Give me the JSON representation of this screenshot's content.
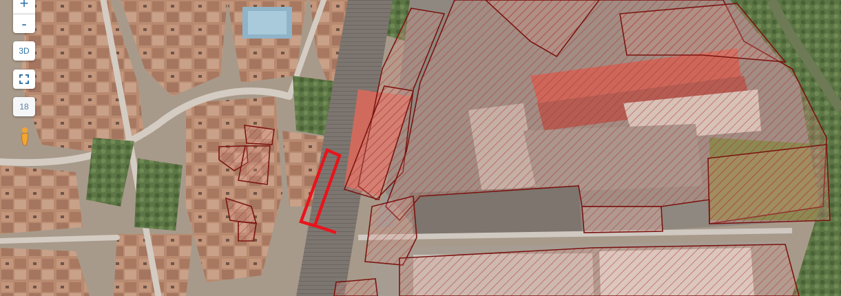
{
  "map_type": "satellite-orthophoto with cadastral parcel overlay",
  "controls": {
    "zoom_in_label": "+",
    "zoom_out_label": "-",
    "view_3d_label": "3D",
    "fullscreen_icon": "fullscreen-icon",
    "zoom_level": "18",
    "street_view_icon": "pegman-icon"
  },
  "colors": {
    "parcel_outline": "#7a1410",
    "parcel_hatch": "#b0302a",
    "selected_parcel": "#e8141c",
    "roof_terracotta": "#b5826a",
    "road": "#9a9590",
    "vegetation": "#6a7f4e"
  },
  "overlay": {
    "hatched_parcels": true,
    "highlighted_parcel": true
  }
}
